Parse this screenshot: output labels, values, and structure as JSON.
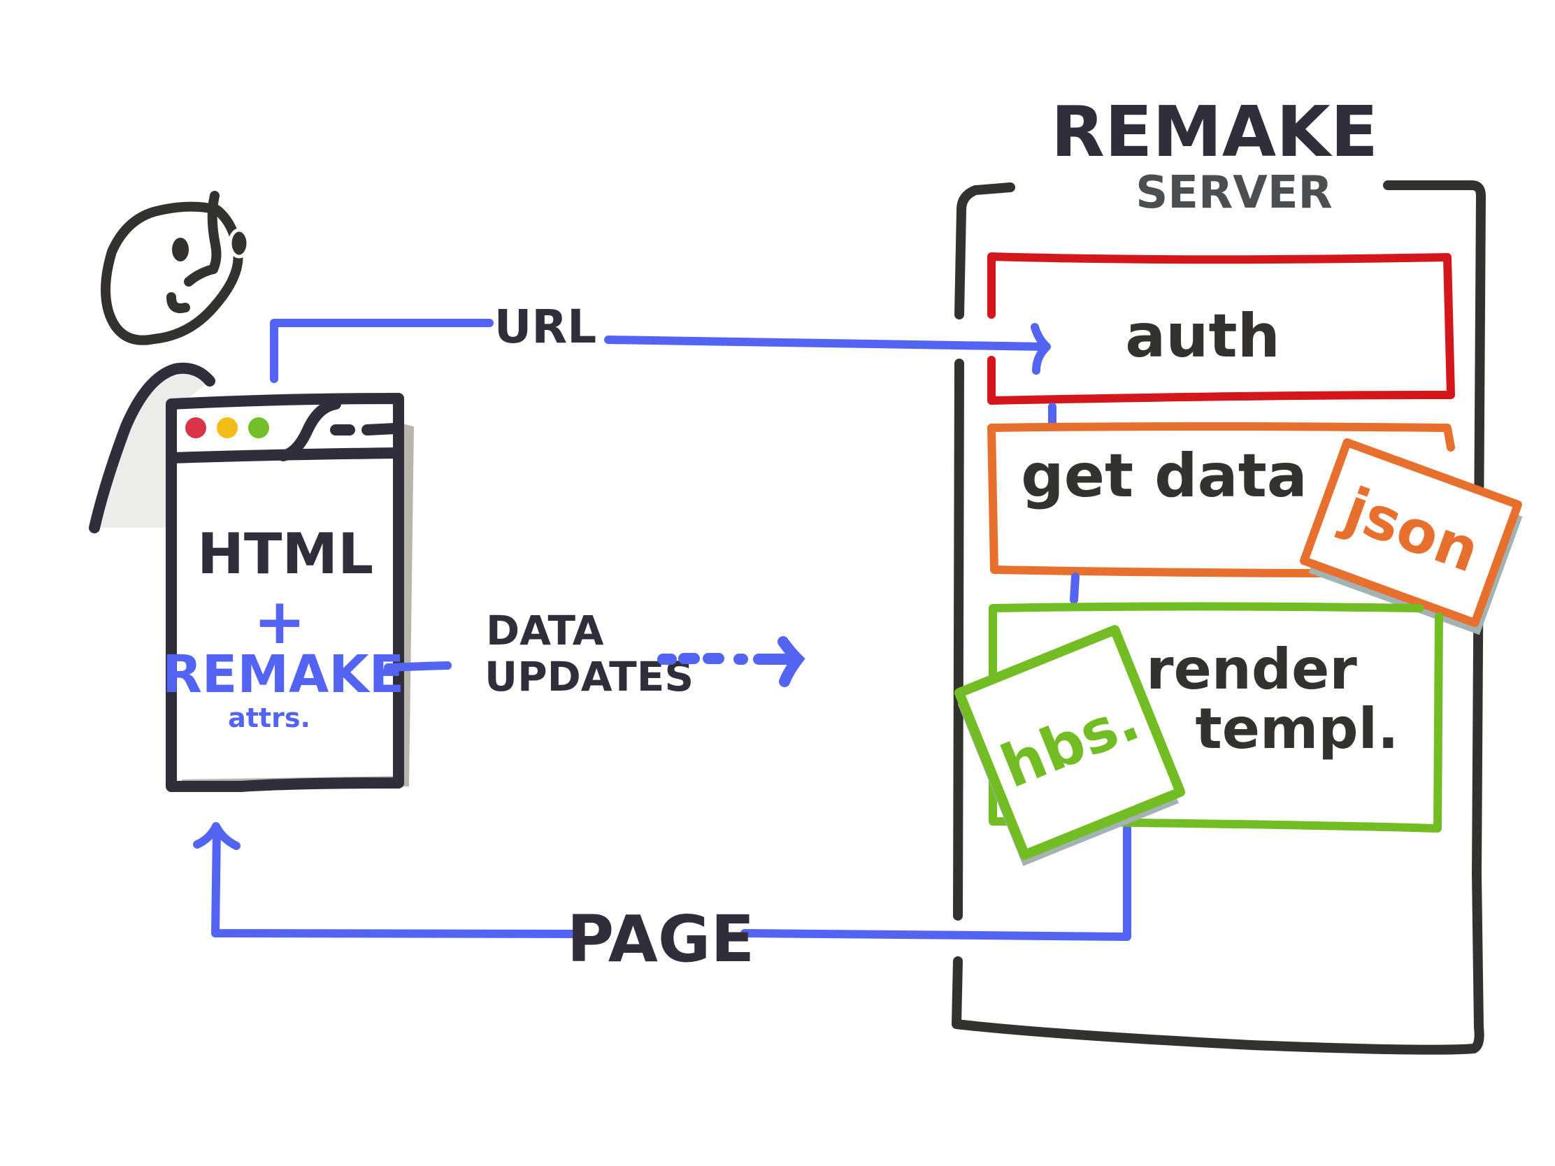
{
  "client": {
    "browser_content": {
      "line1": "HTML",
      "plus": "+",
      "line2": "REMAKE",
      "line3": "attrs."
    },
    "traffic_light_colors": [
      "#d9344a",
      "#f2bd18",
      "#73bf2a"
    ]
  },
  "arrows": {
    "request_label": "URL",
    "updates_label_line1": "DATA",
    "updates_label_line2": "UPDATES",
    "response_label": "PAGE"
  },
  "server": {
    "title": "REMAKE",
    "subtitle": "SERVER",
    "steps": [
      {
        "label": "auth",
        "color": "#d4171b"
      },
      {
        "label": "get data",
        "color": "#e8702f",
        "badge": "json"
      },
      {
        "label_line1": "render",
        "label_line2": "templ.",
        "color": "#72bd24",
        "badge": "hbs."
      }
    ]
  },
  "colors": {
    "ink": "#312e3b",
    "arrow": "#5464f2",
    "shadow": "#b9b5aa",
    "card_shadow": "#a3b2b3"
  }
}
